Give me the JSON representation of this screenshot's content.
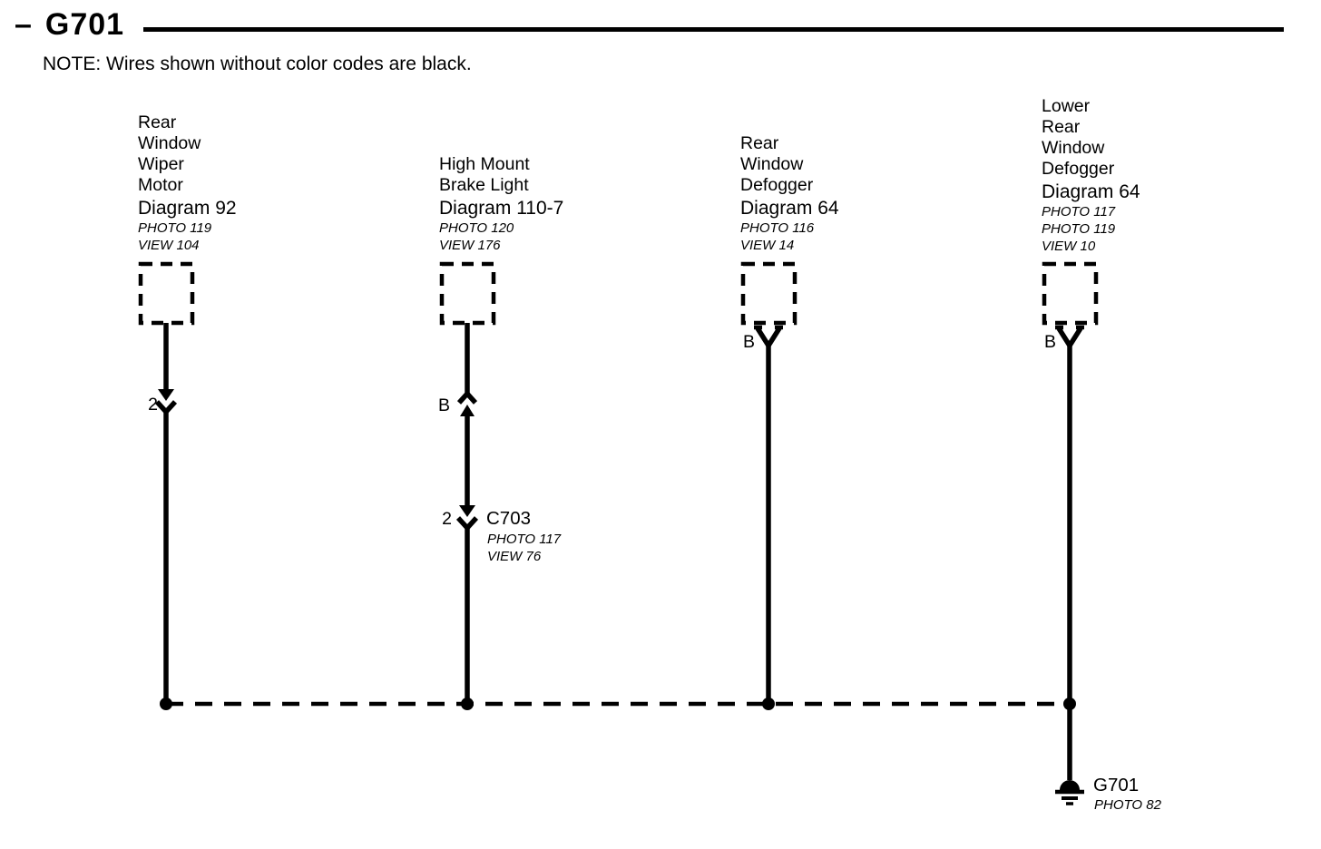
{
  "colors": {
    "ink": "#000000",
    "paper": "#ffffff"
  },
  "header": {
    "dash": "–",
    "title": "G701"
  },
  "note": "NOTE: Wires shown without color codes are black.",
  "circuits": [
    {
      "lines": [
        "Rear",
        "Window",
        "Wiper",
        "Motor"
      ],
      "diagram": "Diagram 92",
      "refs": [
        "PHOTO 119",
        "VIEW 104"
      ],
      "connector_pin": "2"
    },
    {
      "lines": [
        "High Mount",
        "Brake Light"
      ],
      "diagram": "Diagram 110-7",
      "refs": [
        "PHOTO 120",
        "VIEW 176"
      ],
      "splice_label": "B"
    },
    {
      "lines": [
        "Rear",
        "Window",
        "Defogger"
      ],
      "diagram": "Diagram 64",
      "refs": [
        "PHOTO 116",
        "VIEW 14"
      ],
      "terminal_label": "B"
    },
    {
      "lines": [
        "Lower",
        "Rear",
        "Window",
        "Defogger"
      ],
      "diagram": "Diagram 64",
      "refs": [
        "PHOTO 117",
        "PHOTO 119",
        "VIEW 10"
      ],
      "terminal_label": "B"
    }
  ],
  "c703": {
    "pin": "2",
    "name": "C703",
    "refs": [
      "PHOTO 117",
      "VIEW 76"
    ]
  },
  "ground": {
    "name": "G701",
    "ref": "PHOTO 82"
  }
}
